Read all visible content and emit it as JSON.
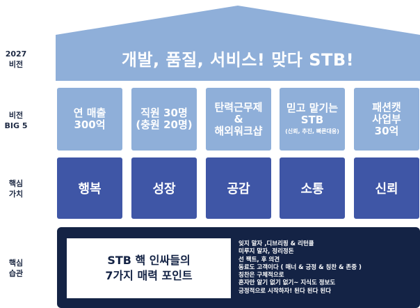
{
  "row_labels": {
    "vision": "2027\n비전",
    "big5": "비전\nBIG 5",
    "values": "핵심\n가치",
    "habits": "핵심\n습관"
  },
  "vision_title": "개발, 품질, 서비스! 맞다 STB!",
  "big5": [
    {
      "label": "연 매출\n300억",
      "sub": ""
    },
    {
      "label": "직원 30명\n(충원 20명)",
      "sub": ""
    },
    {
      "label": "탄력근무제\n&\n해외워크샵",
      "sub": ""
    },
    {
      "label": "믿고 맡기는\nSTB",
      "sub": "(신뢰, 추진, 빠른대응)"
    },
    {
      "label": "패션캣\n사업부\n30억",
      "sub": ""
    }
  ],
  "values": [
    "행복",
    "성장",
    "공감",
    "소통",
    "신뢰"
  ],
  "habits": {
    "card_line1": "STB 핵 인싸들의",
    "card_line2": "7가지 매력 포인트",
    "items": [
      "잊지 말자 ,디브리핑 & 리턴콜",
      "미루지 말자, 정리정돈",
      " 선 팩트, 후 의견",
      "동료도 고객이다 ( 매너 & 긍정 & 칭찬 & 존중 )",
      "칭찬은 구체적으로",
      "혼자만 알기 없기 없기~ 지식도 정보도",
      "긍정적으로 시작하자! 된다 된다 된다"
    ]
  },
  "colors": {
    "roof": "#8fafd9",
    "big5": "#8fafd9",
    "values": "#3f56a6",
    "habits_bg": "#142345"
  }
}
